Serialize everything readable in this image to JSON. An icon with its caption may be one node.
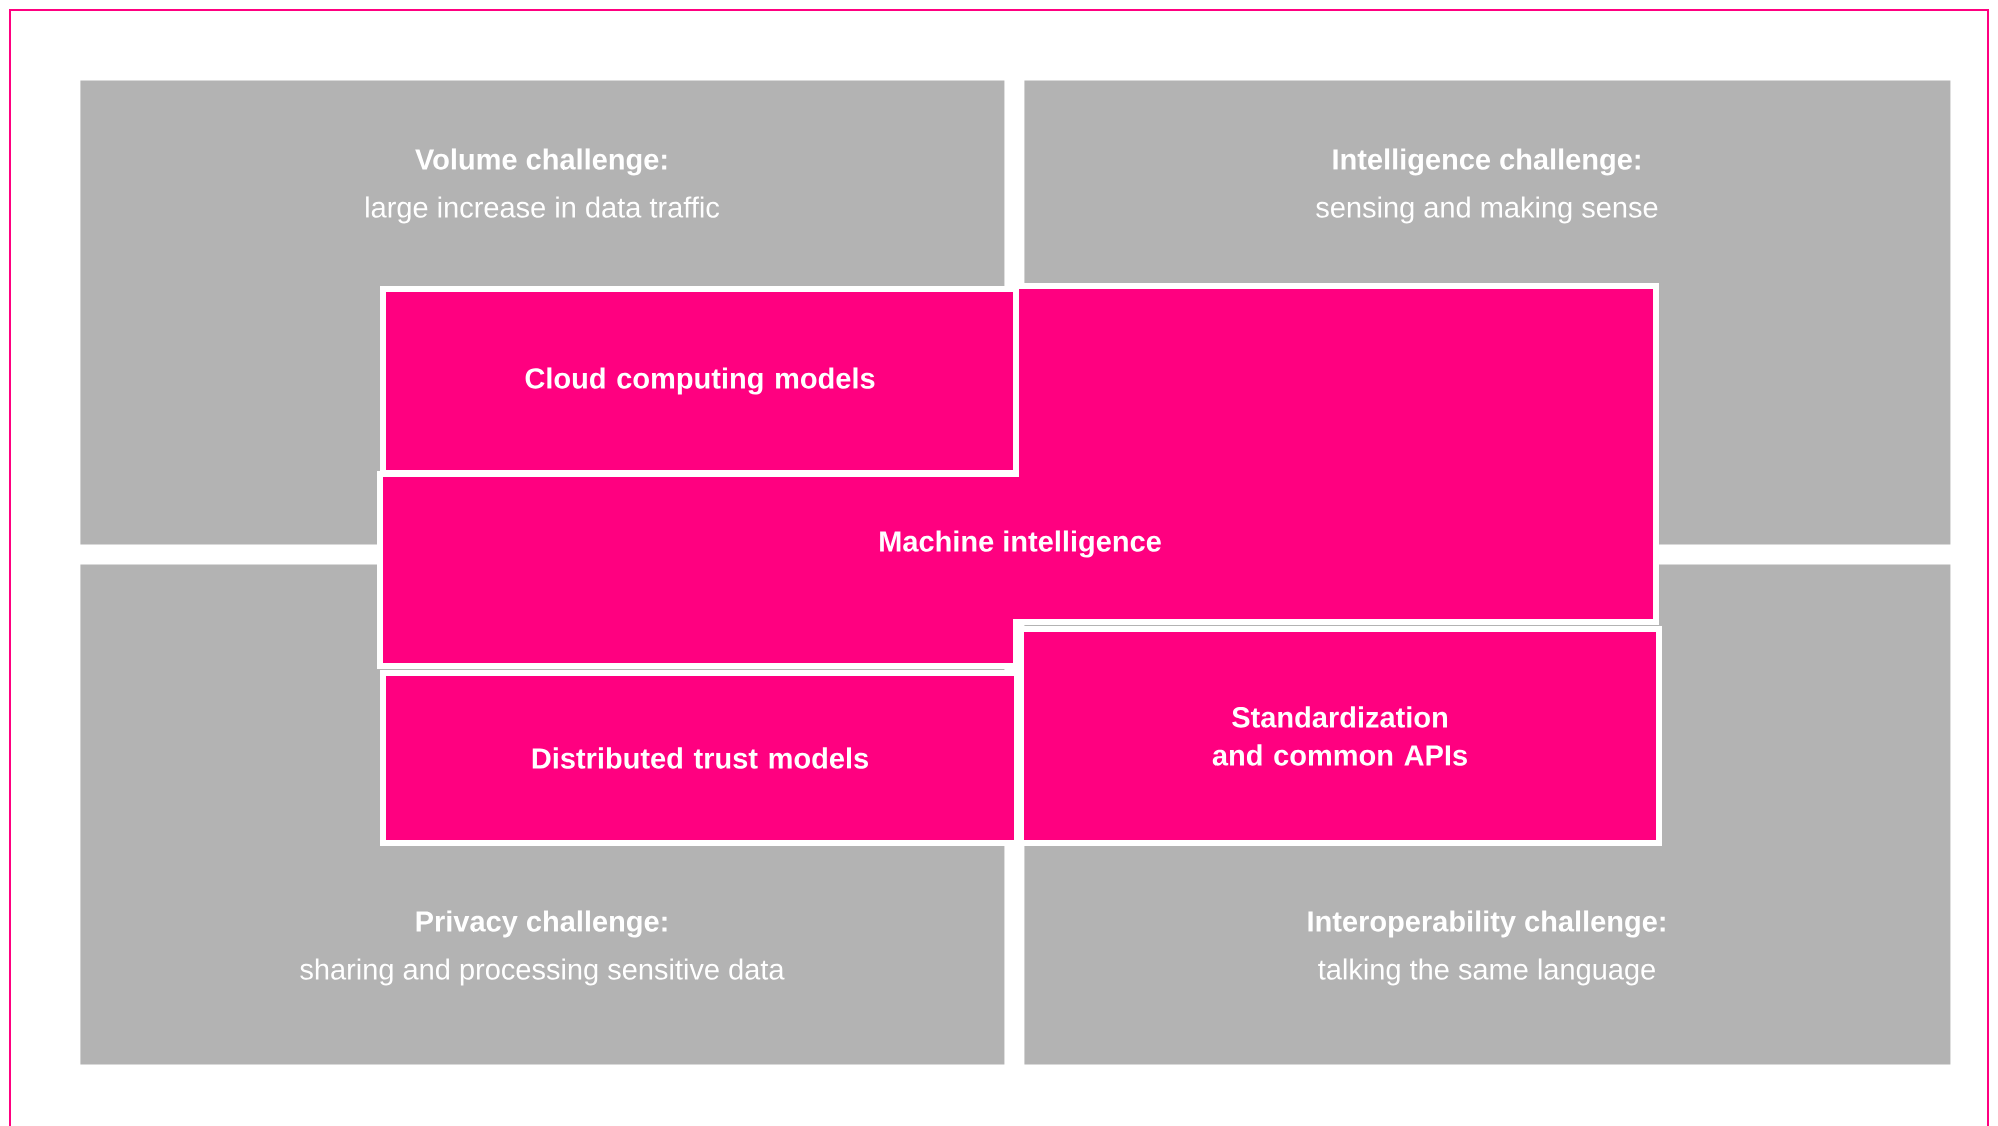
{
  "diagram": {
    "nodes": [
      {
        "text": [
          "Volume challenge:",
          "large increase in data traffic"
        ]
      },
      {
        "text": [
          "Intelligence challenge:",
          "sensing and making sense"
        ]
      },
      {
        "text": [
          "Cloud computing models"
        ],
        "in": 0
      },
      {
        "text": [
          "Machine intelligence"
        ]
      },
      {
        "text": [
          "Privacy challenge:",
          "sharing and processing sensitive data"
        ]
      },
      {
        "text": [
          "Interoperability challenge:",
          "talking the same language"
        ]
      },
      {
        "text": [
          "Distributed trust models"
        ],
        "in": 4
      },
      {
        "text": [
          "Standardization and common APIs"
        ],
        "in": 5
      }
    ]
  }
}
